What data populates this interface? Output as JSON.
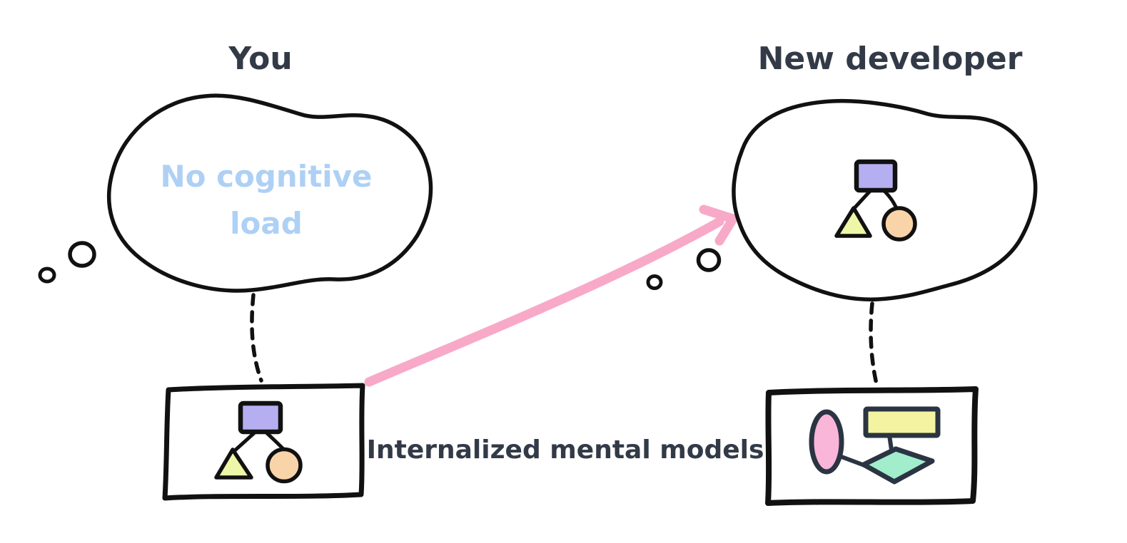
{
  "diagram": {
    "left": {
      "title": "You",
      "thought_line1": "No cognitive",
      "thought_line2": "load",
      "box_shapes": [
        "purple-rectangle",
        "yellow-triangle",
        "orange-circle"
      ]
    },
    "right": {
      "title": "New developer",
      "thought_shapes": [
        "purple-rectangle",
        "yellow-triangle",
        "orange-circle"
      ],
      "box_shapes": [
        "pink-ellipse",
        "yellow-rectangle",
        "teal-diamond"
      ]
    },
    "caption": "Internalized mental models",
    "arrow": "left-box-to-right-thought-bubble"
  },
  "colors": {
    "background": "#ffffff",
    "ink": "#111111",
    "dark_ink": "#2b3442",
    "title_text": "#333a47",
    "thought_text": "#aed0f5",
    "arrow": "#f8a9c8",
    "purple_rect": "#b5aef0",
    "yellow_triangle": "#eef7a8",
    "orange_circle": "#f8d4a8",
    "pink_ellipse": "#f9b6d8",
    "yellow_rect": "#f4f3a2",
    "teal_diamond": "#a2edcb"
  }
}
